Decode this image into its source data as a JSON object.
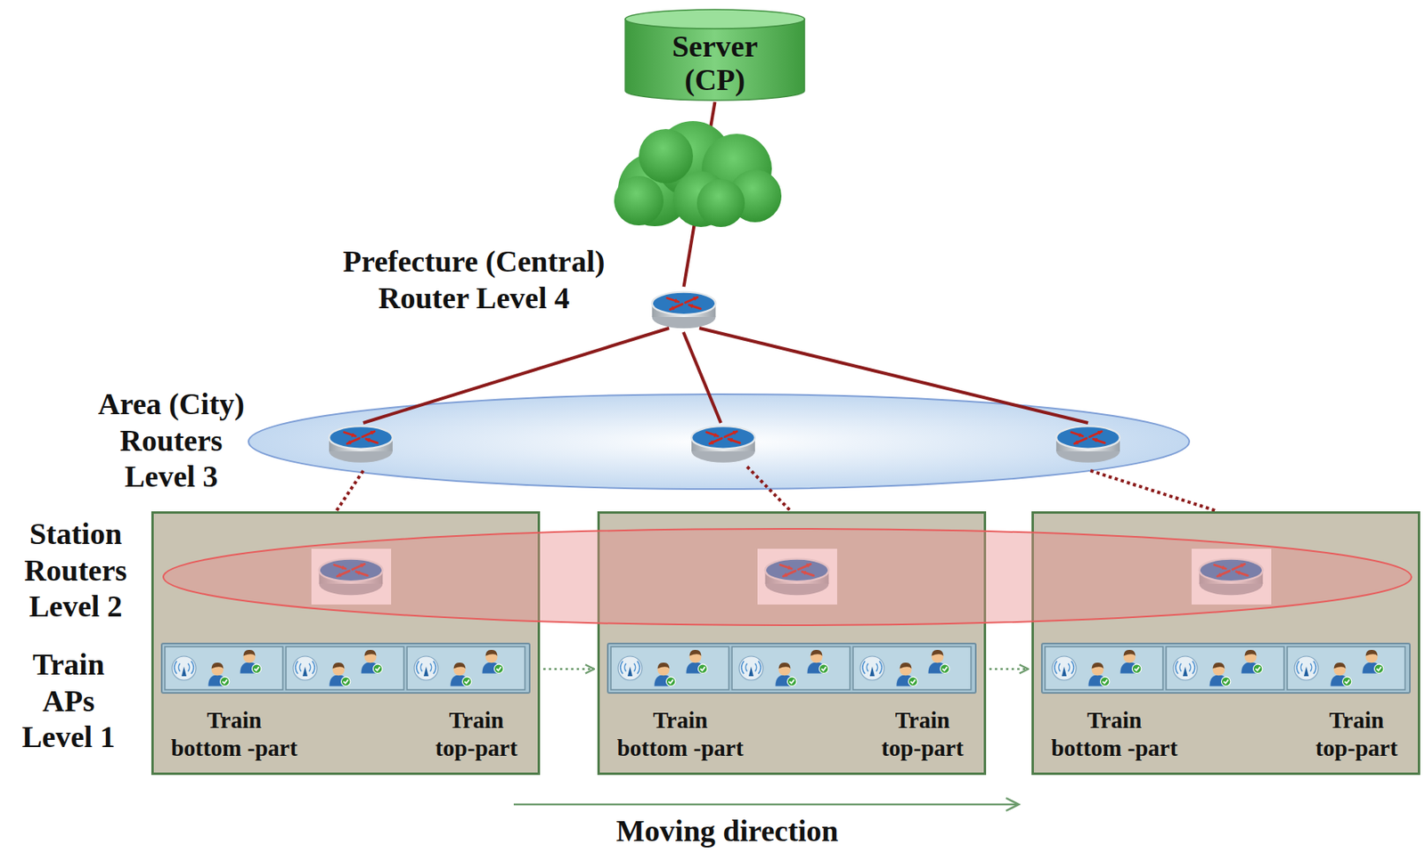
{
  "diagram": {
    "nodes": [
      {
        "text": [
          "Server (CP)"
        ]
      },
      {
        "text": [
          "Prefecture (Central) Router Level 4"
        ]
      },
      {
        "text": [
          "Area (City) Routers Level 3"
        ]
      },
      {
        "text": [
          "Station Routers Level 2"
        ]
      },
      {
        "text": [
          "Train bottom -part",
          "Train top-part"
        ]
      },
      {
        "text": [
          "Train bottom -part",
          "Train top-part"
        ]
      },
      {
        "text": [
          "Train bottom -part",
          "Train top-part"
        ]
      }
    ],
    "edges": [
      {
        "from": 0,
        "to": 1,
        "arrow": "none"
      },
      {
        "from": 4,
        "to": 5,
        "arrow": "to"
      },
      {
        "from": 5,
        "to": 6,
        "arrow": "to"
      }
    ],
    "labels": [
      "Train APs Level 1",
      "Moving direction"
    ]
  }
}
